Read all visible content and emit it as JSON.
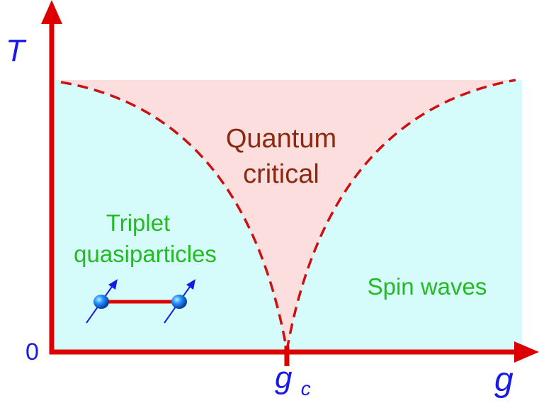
{
  "axes": {
    "y_label": "T",
    "x_label": "g",
    "origin_label": "0",
    "critical_point_label": {
      "base": "g",
      "subscript": "c"
    }
  },
  "regions": {
    "quantum_critical": {
      "line1": "Quantum",
      "line2": "critical"
    },
    "triplet": {
      "line1": "Triplet",
      "line2": "quasiparticles"
    },
    "spin_waves": "Spin waves"
  },
  "colors": {
    "axis": "#dd0000",
    "crossover": "#cc1111",
    "critical_fill": "#fcdede",
    "side_fill": "#d6fbfb",
    "axis_label": "#1a1ae6",
    "critical_text": "#8b2a10",
    "side_text": "#22bb22",
    "spin_ball": "#1e90ff",
    "spin_arrow": "#1a1ae6",
    "bond": "#dd0000"
  },
  "icons": [
    "spin-up-icon",
    "dimer-bond-icon"
  ]
}
